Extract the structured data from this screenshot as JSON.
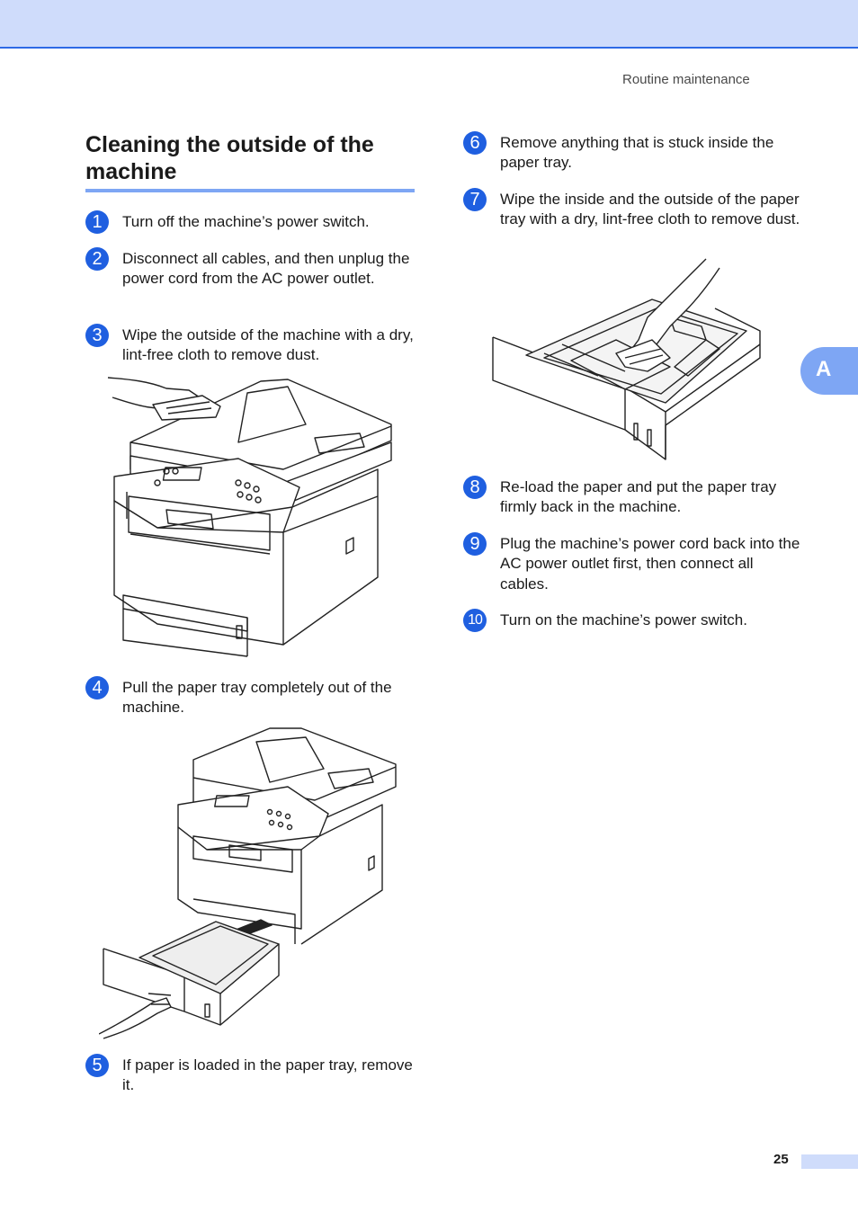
{
  "header": {
    "running_head": "Routine maintenance"
  },
  "section": {
    "title": "Cleaning the outside of the machine"
  },
  "steps": [
    {
      "num": "1",
      "text": "Turn off the machine’s power switch."
    },
    {
      "num": "2",
      "text": "Disconnect all cables, and then unplug the power cord from the AC power outlet."
    },
    {
      "num": "3",
      "text": "Wipe the outside of the machine with a dry, lint-free cloth to remove dust."
    },
    {
      "num": "4",
      "text": "Pull the paper tray completely out of the machine."
    },
    {
      "num": "5",
      "text": "If paper is loaded in the paper tray, remove it."
    },
    {
      "num": "6",
      "text": "Remove anything that is stuck inside the paper tray."
    },
    {
      "num": "7",
      "text": "Wipe the inside and the outside of the paper tray with a dry, lint-free cloth to remove dust."
    },
    {
      "num": "8",
      "text": "Re-load the paper and put the paper tray firmly back in the machine."
    },
    {
      "num": "9",
      "text": "Plug the machine’s power cord back into the AC power outlet first, then connect all cables."
    },
    {
      "num": "10",
      "text": "Turn on the machine’s power switch."
    }
  ],
  "side_tab": {
    "label": "A"
  },
  "footer": {
    "page_number": "25"
  },
  "colors": {
    "accent": "#1f5fe0",
    "rule": "#7ea6f4",
    "band": "#cfdcfb"
  },
  "illustrations": [
    {
      "icon": "printer-wipe-illustration"
    },
    {
      "icon": "printer-tray-pull-illustration"
    },
    {
      "icon": "tray-wipe-illustration"
    }
  ]
}
